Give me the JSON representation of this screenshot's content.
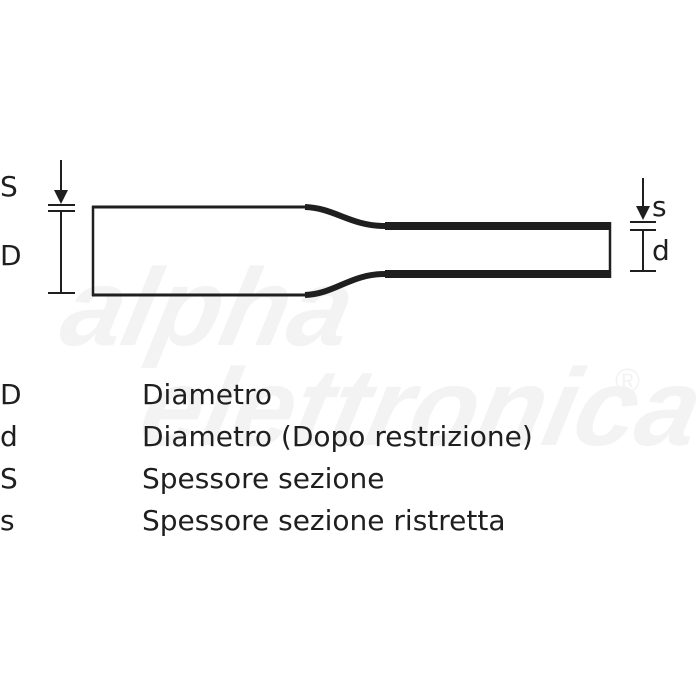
{
  "diagram": {
    "labels": {
      "outer_thickness": "S",
      "outer_diameter": "D",
      "restricted_thickness": "s",
      "restricted_diameter": "d"
    },
    "watermark": {
      "line1": "alpha",
      "line2": "elettronica",
      "mark": "®"
    },
    "colors": {
      "stroke": "#1f1f1f",
      "watermark": "#f2f2f2"
    }
  },
  "legend": {
    "items": [
      {
        "symbol": "D",
        "description": "Diametro"
      },
      {
        "symbol": "d",
        "description": "Diametro (Dopo restrizione)"
      },
      {
        "symbol": "S",
        "description": "Spessore sezione"
      },
      {
        "symbol": "s",
        "description": "Spessore sezione ristretta"
      }
    ]
  }
}
